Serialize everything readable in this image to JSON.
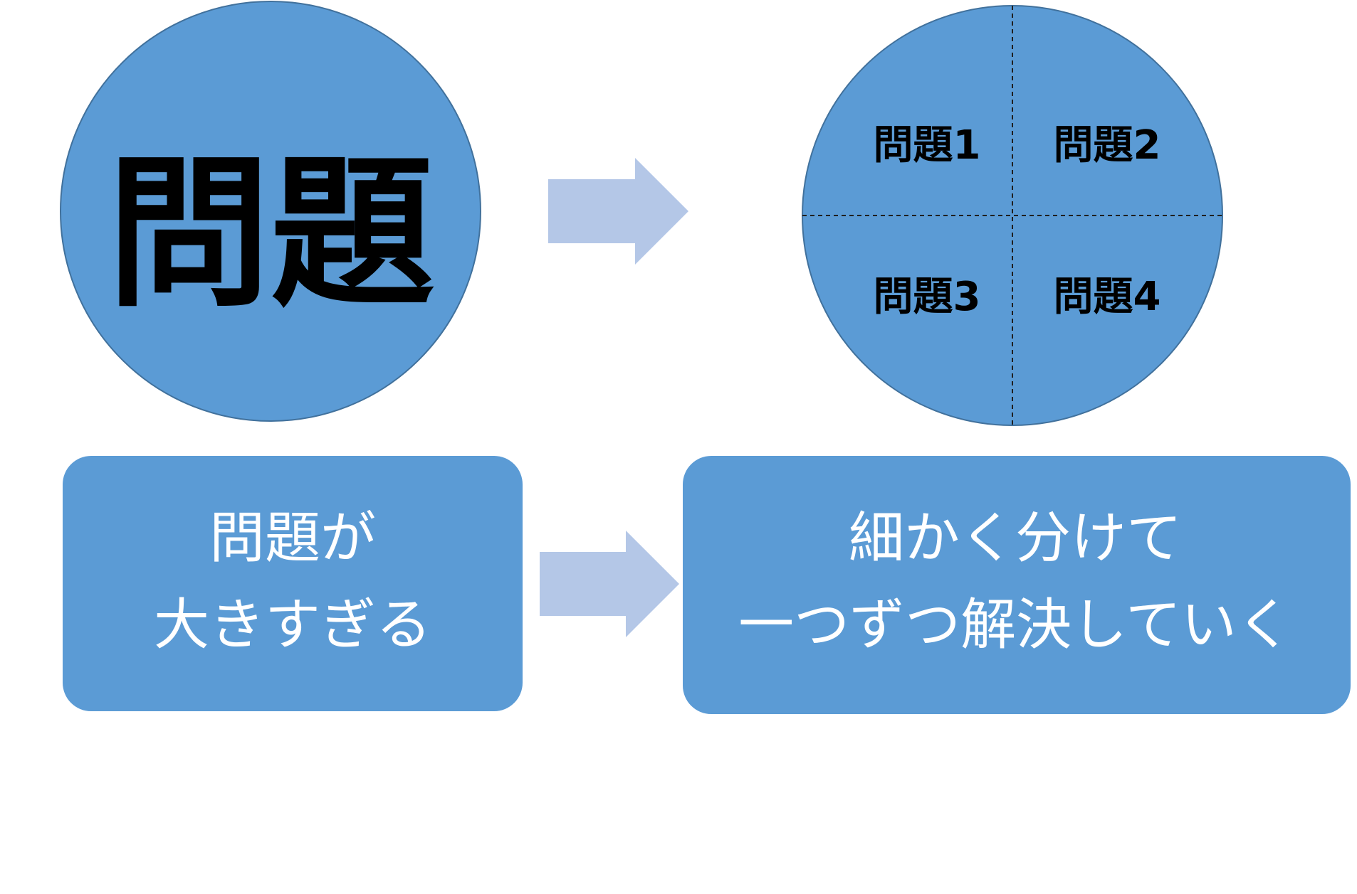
{
  "colors": {
    "shape_fill": "#5b9bd5",
    "shape_stroke": "#41719c",
    "arrow_fill": "#b4c7e7",
    "divider": "#1f1f1f",
    "big_text": "#000000",
    "box_text": "#ffffff"
  },
  "big_circle": {
    "label": "問題"
  },
  "divided_circle": {
    "quadrants": [
      "問題1",
      "問題2",
      "問題3",
      "問題4"
    ]
  },
  "left_box": {
    "line1": "問題が",
    "line2": "大きすぎる"
  },
  "right_box": {
    "line1": "細かく分けて",
    "line2": "一つずつ解決していく"
  }
}
